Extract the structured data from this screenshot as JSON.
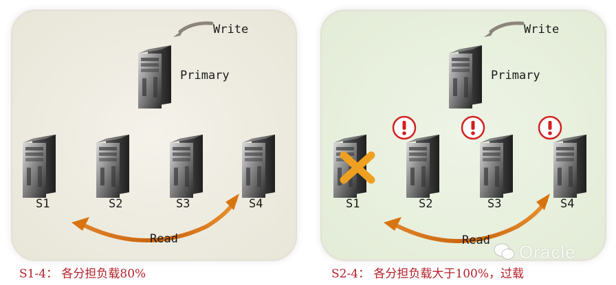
{
  "left_panel": {
    "write_label": "Write",
    "primary_label": "Primary",
    "servers": [
      "S1",
      "S2",
      "S3",
      "S4"
    ],
    "read_label": "Read",
    "caption": "S1-4： 各分担负载80%"
  },
  "right_panel": {
    "write_label": "Write",
    "primary_label": "Primary",
    "servers": [
      "S1",
      "S2",
      "S3",
      "S4"
    ],
    "read_label": "Read",
    "caption": "S2-4： 各分担负载大于100%，过载"
  },
  "watermark": "Oracle",
  "colors": {
    "arrow_orange": "#d8740e",
    "arrow_gray": "#8c857c",
    "caption_red": "#b3202a",
    "warning_red": "#d32020",
    "failure_x_orange": "#f0a020"
  },
  "icons": {
    "server": "tower-server-icon",
    "warning": "exclamation-warning-icon",
    "failure": "failure-x-icon"
  }
}
